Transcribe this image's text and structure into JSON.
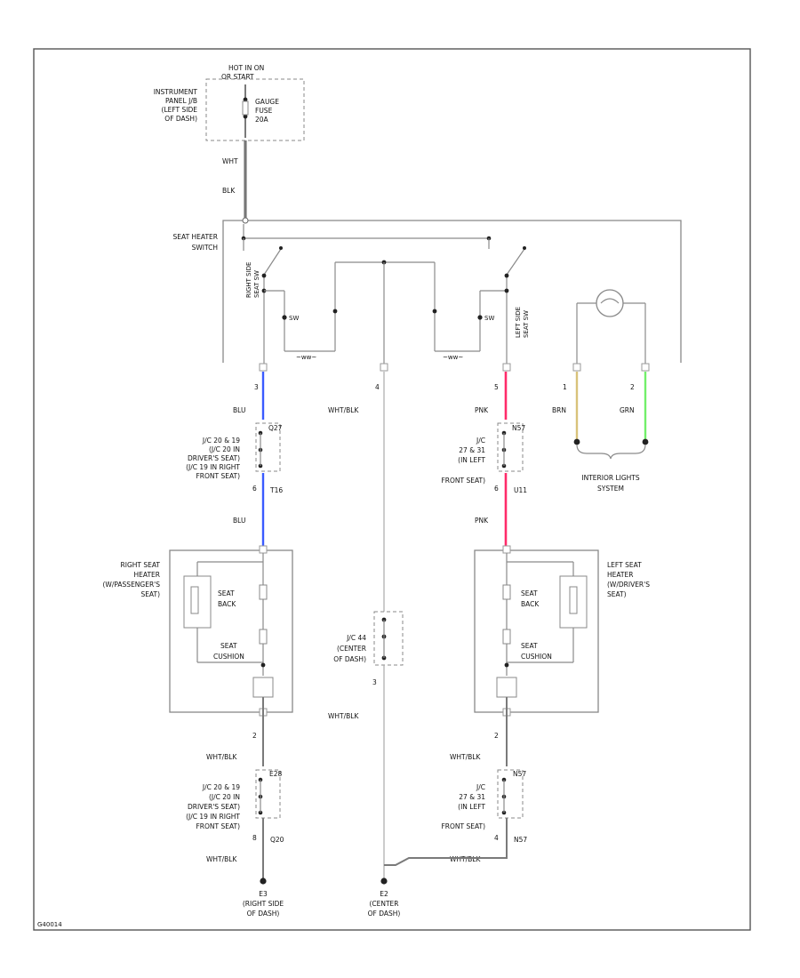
{
  "top": {
    "hot_label_1": "HOT IN ON",
    "hot_label_2": "OR START",
    "ip_jb": [
      "INSTRUMENT",
      "PANEL J/B",
      "(LEFT SIDE",
      "OF DASH)"
    ],
    "fuse": [
      "GAUGE",
      "FUSE",
      "20A"
    ]
  },
  "wires": {
    "top_color_1": "WHT",
    "top_color_2": "BLK",
    "blue": "BLU",
    "pink": "PNK",
    "center_color": "WHT/BLK",
    "brown": "BRN",
    "green": "GRN"
  },
  "seat_heater_switch": [
    "SEAT HEATER",
    "SWITCH"
  ],
  "switches": {
    "right": [
      "RIGHT SIDE",
      "SEAT SW"
    ],
    "left": [
      "LEFT SIDE",
      "SEAT SW"
    ],
    "contact": "SW",
    "right_bottom_mark": "~ww~",
    "left_bottom_mark": "~ww~"
  },
  "pins": {
    "right_top": "3",
    "center_top": "4",
    "left_top": "5",
    "bri_1": "1",
    "bri_2": "2",
    "right_conn_upper": "Q27",
    "right_conn_lower": "T16",
    "left_conn_upper": "N57",
    "left_conn_lower": "U11",
    "upper_pin": "6",
    "lower_pin": "8",
    "heater_pin_2": "2",
    "gnd_upper": "E28",
    "gnd_lower": "Q20",
    "gnd_pin_left": "8",
    "gnd_pin_right": "4",
    "center_jc_pin": "3"
  },
  "junctions": {
    "right": [
      "J/C 20 & 19",
      "(J/C 20 IN",
      "DRIVER'S SEAT)",
      "(J/C 19 IN RIGHT",
      "FRONT SEAT)"
    ],
    "left": [
      "J/C",
      "27 & 31",
      "(IN LEFT",
      "FRONT SEAT)"
    ],
    "center": [
      "J/C 44",
      "(CENTER",
      "OF DASH)"
    ]
  },
  "heaters": {
    "right": [
      "RIGHT SEAT",
      "HEATER",
      "(W/PASSENGER'S",
      "SEAT)"
    ],
    "left": [
      "LEFT SEAT",
      "HEATER",
      "(W/DRIVER'S",
      "SEAT)"
    ],
    "back": [
      "SEAT",
      "BACK"
    ],
    "cushion": [
      "SEAT",
      "CUSHION"
    ]
  },
  "interior_lights": [
    "INTERIOR LIGHTS",
    "SYSTEM"
  ],
  "grounds": {
    "right": [
      "E3",
      "(RIGHT SIDE",
      "OF DASH)"
    ],
    "center": [
      "E2",
      "(CENTER",
      "OF DASH)"
    ]
  },
  "footer_code": "G40014",
  "colors": {
    "frame": "#555555",
    "wire": "#7a7a7a",
    "blue_wire": "#3a5bff",
    "pink_wire": "#ff2b6a",
    "brown_wire": "#d8c27a",
    "green_wire": "#72ef6a"
  }
}
